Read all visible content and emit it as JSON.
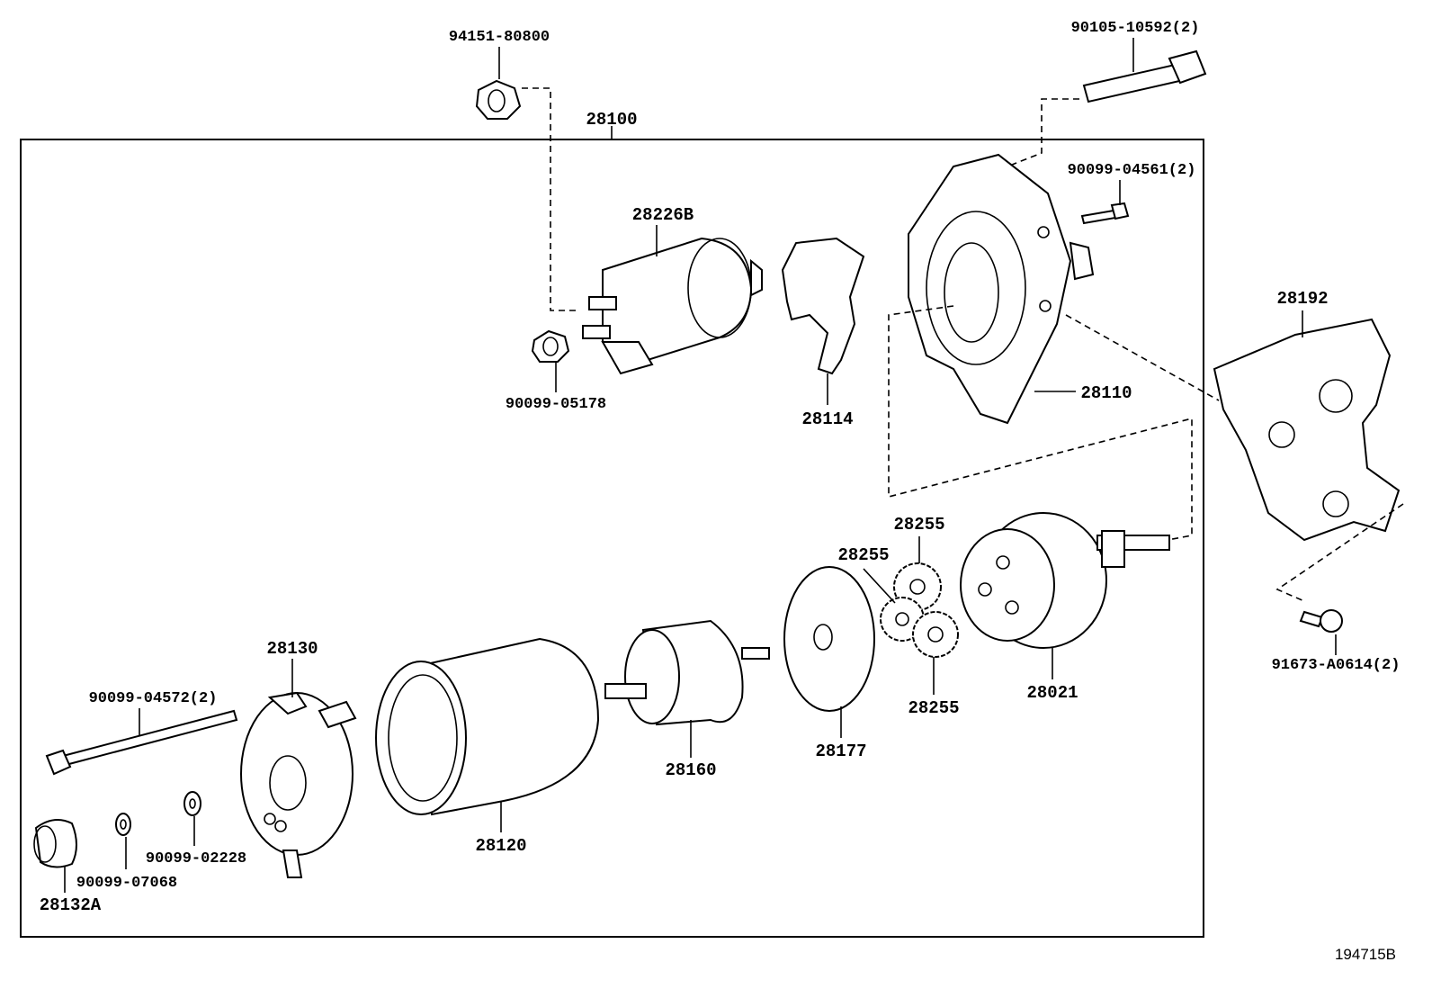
{
  "diagram": {
    "figure_id": "194715B",
    "assembly": "28100",
    "parts": {
      "nut_top": "94151-80800",
      "bolt_top": "90105-10592(2)",
      "bolt_small": "90099-04561(2)",
      "solenoid": "28226B",
      "bracket": "28192",
      "nut_solenoid": "90099-05178",
      "lever": "28114",
      "housing": "28110",
      "gear_top": "28255",
      "gear_left": "28255",
      "gear_bottom": "28255",
      "clutch": "28021",
      "bracket_bolt": "91673-A0614(2)",
      "end_frame": "28130",
      "through_bolt": "90099-04572(2)",
      "armature": "28160",
      "plate": "28177",
      "yoke": "28120",
      "washer_a": "90099-02228",
      "washer_b": "90099-07068",
      "cap": "28132A"
    }
  }
}
